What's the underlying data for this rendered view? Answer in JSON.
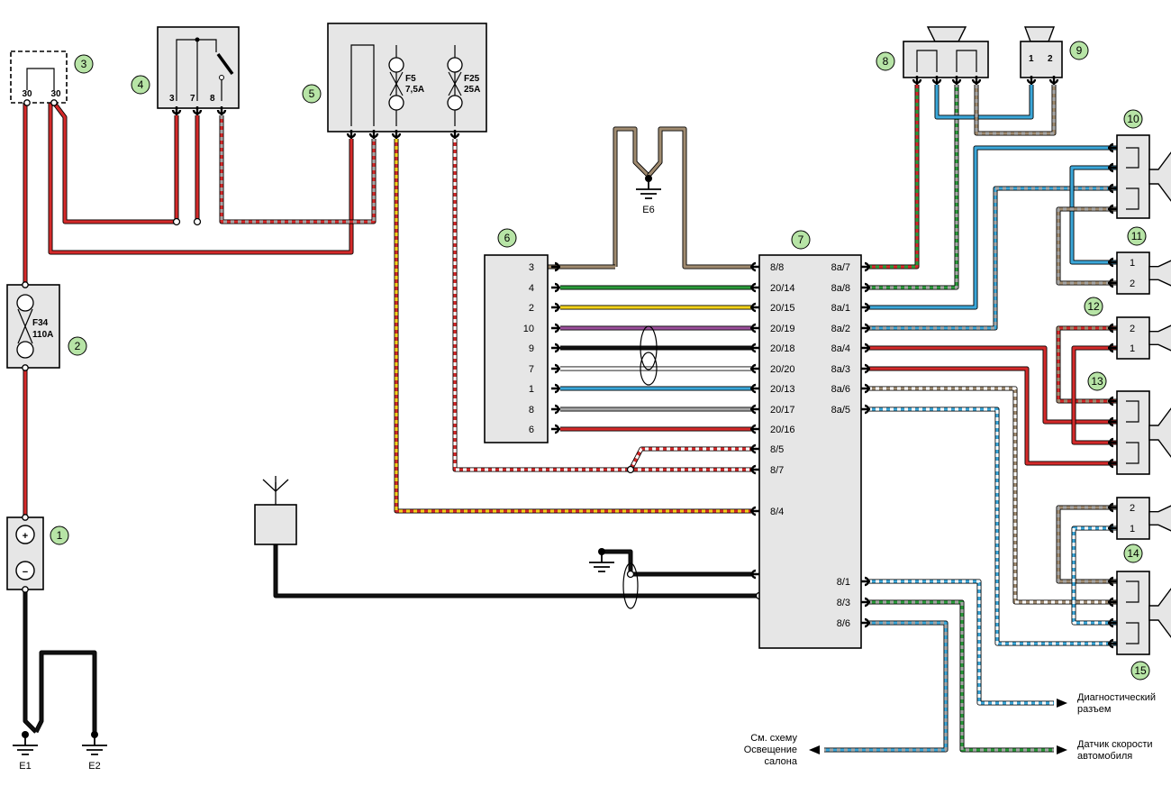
{
  "badges": [
    "1",
    "2",
    "3",
    "4",
    "5",
    "6",
    "7",
    "8",
    "9",
    "10",
    "11",
    "12",
    "13",
    "14",
    "15"
  ],
  "grounds": {
    "e1": "E1",
    "e2": "E2",
    "e6": "E6"
  },
  "battery": {
    "plus": "+",
    "minus": "−"
  },
  "fuses": {
    "f34": {
      "name": "F34",
      "rating": "110A"
    },
    "f5": {
      "name": "F5",
      "rating": "7,5A"
    },
    "f25": {
      "name": "F25",
      "rating": "25A"
    }
  },
  "relay3": {
    "pin_a": "30",
    "pin_b": "30"
  },
  "switch4": {
    "pins": [
      "3",
      "7",
      "8"
    ]
  },
  "connector9": {
    "pins": [
      "1",
      "2"
    ]
  },
  "block6": {
    "pins": [
      "3",
      "4",
      "2",
      "10",
      "9",
      "7",
      "1",
      "8",
      "6"
    ]
  },
  "block7": {
    "left_pins": [
      "8/8",
      "20/14",
      "20/15",
      "20/19",
      "20/18",
      "20/20",
      "20/13",
      "20/17",
      "20/16",
      "8/5",
      "8/7",
      "8/4"
    ],
    "right_pins": [
      "8a/7",
      "8a/8",
      "8a/1",
      "8a/2",
      "8a/4",
      "8a/3",
      "8a/6",
      "8a/5"
    ],
    "right_bottom_pins": [
      "8/1",
      "8/3",
      "8/6"
    ]
  },
  "speakers": {
    "s11": [
      "1",
      "2"
    ],
    "s12": [
      "2",
      "1"
    ],
    "s14": [
      "2",
      "1"
    ]
  },
  "notes": {
    "diag_1": "Диагностический",
    "diag_2": "разъем",
    "see_1": "См. схему",
    "see_2": "Освещение",
    "see_3": "салона",
    "speed_1": "Датчик скорости",
    "speed_2": "автомобиля"
  },
  "colors": {
    "red": "#d42a2a",
    "brown": "#a08b70",
    "green": "#2a9a3a",
    "yellow": "#f2d21b",
    "violet": "#9b4f9b",
    "black": "#111111",
    "blue": "#3ba7d9",
    "gray": "#a6a6a6",
    "white": "#ffffff",
    "badge": "#b7e4a6",
    "box": "#e6e6e6"
  }
}
